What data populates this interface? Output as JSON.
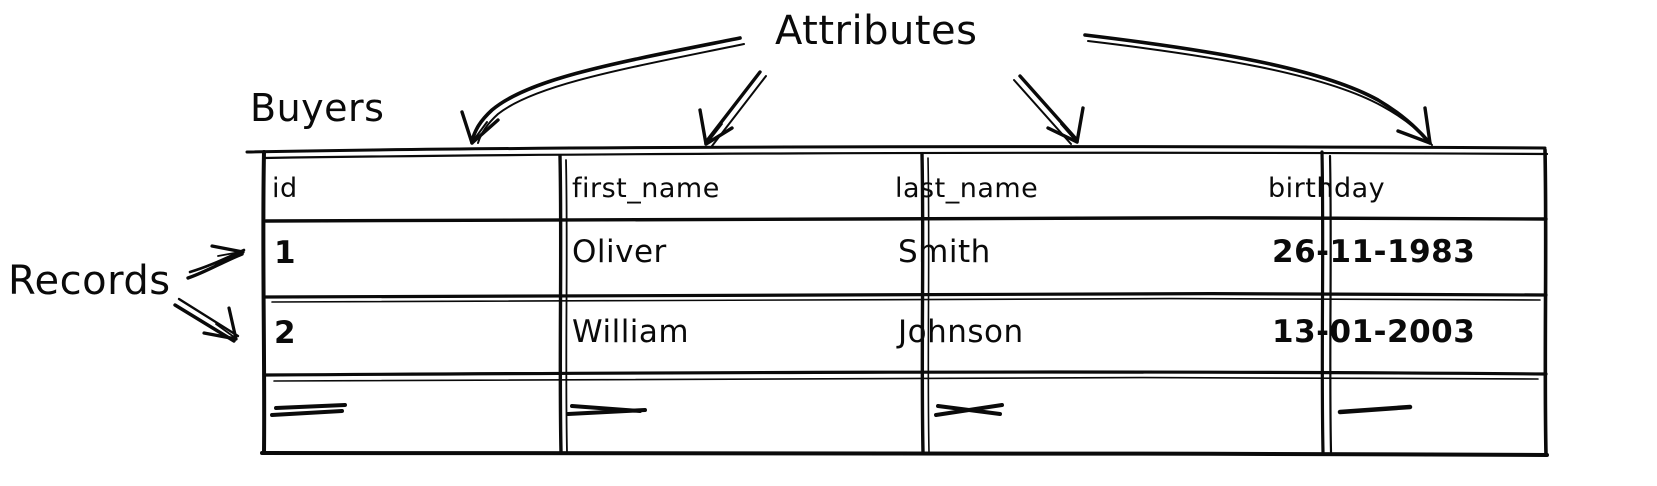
{
  "diagram": {
    "title_label": "Buyers",
    "annotations": {
      "attributes": "Attributes",
      "records": "Records"
    }
  },
  "table": {
    "name": "Buyers",
    "columns": [
      "id",
      "first_name",
      "last_name",
      "birthday"
    ],
    "rows": [
      {
        "id": "1",
        "first_name": "Oliver",
        "last_name": "Smith",
        "birthday": "26-11-1983"
      },
      {
        "id": "2",
        "first_name": "William",
        "last_name": "Johnson",
        "birthday": "13-01-2003"
      }
    ],
    "continuation_row": {
      "id": "—",
      "first_name": "—",
      "last_name": "—",
      "birthday": "—"
    }
  },
  "style": {
    "ink": "#0a0a0a",
    "paper": "#ffffff"
  }
}
